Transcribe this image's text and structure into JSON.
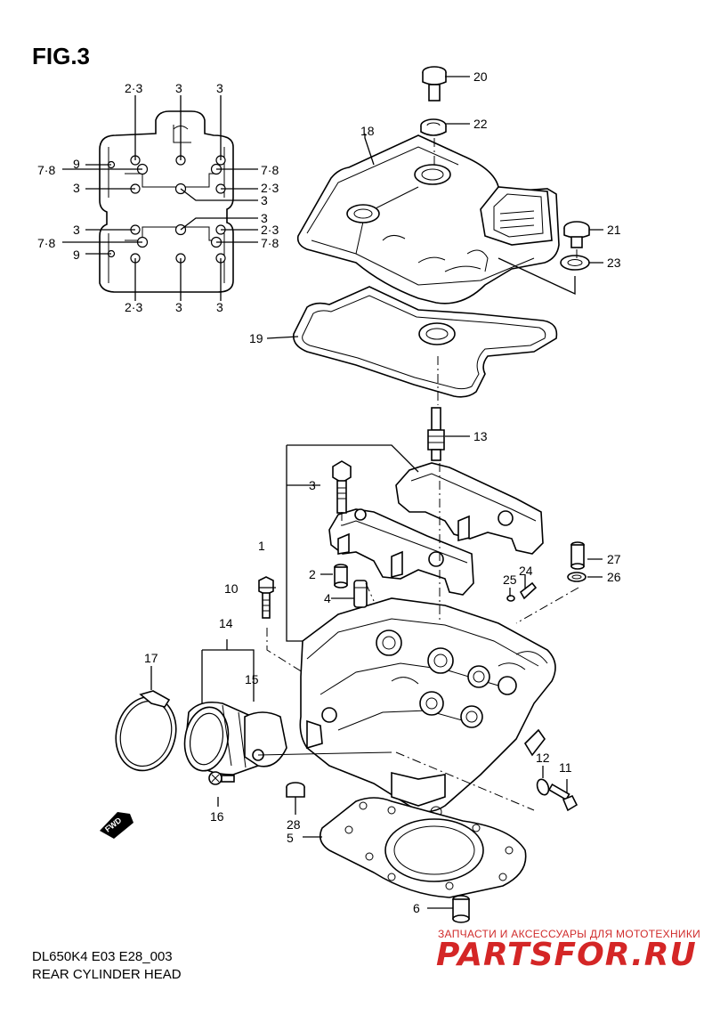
{
  "figure": {
    "title": "FIG.3",
    "code": "DL650K4 E03 E28_003",
    "name": "REAR CYLINDER HEAD"
  },
  "watermark": {
    "line1": "ЗАПЧАСТИ И АКСЕССУАРЫ ДЛЯ МОТОТЕХНИКИ",
    "line2": "PARTSFOR.RU",
    "color": "#d42626"
  },
  "fwd_label": "FWD",
  "bolt_pattern": {
    "top": [
      "2·3",
      "3",
      "3"
    ],
    "left": [
      "9",
      "7·8",
      "3",
      "3",
      "7·8",
      "9"
    ],
    "right": [
      "7·8",
      "2·3",
      "3",
      "3",
      "2·3",
      "7·8"
    ],
    "bottom": [
      "2·3",
      "3",
      "3"
    ]
  },
  "callouts": {
    "p1": "1",
    "p2": "2",
    "p3": "3",
    "p4": "4",
    "p5": "5",
    "p6": "6",
    "p10": "10",
    "p11": "11",
    "p12": "12",
    "p13": "13",
    "p14": "14",
    "p15": "15",
    "p16": "16",
    "p17": "17",
    "p18": "18",
    "p19": "19",
    "p20": "20",
    "p21": "21",
    "p22": "22",
    "p23": "23",
    "p24": "24",
    "p25": "25",
    "p26": "26",
    "p27": "27",
    "p28": "28"
  }
}
